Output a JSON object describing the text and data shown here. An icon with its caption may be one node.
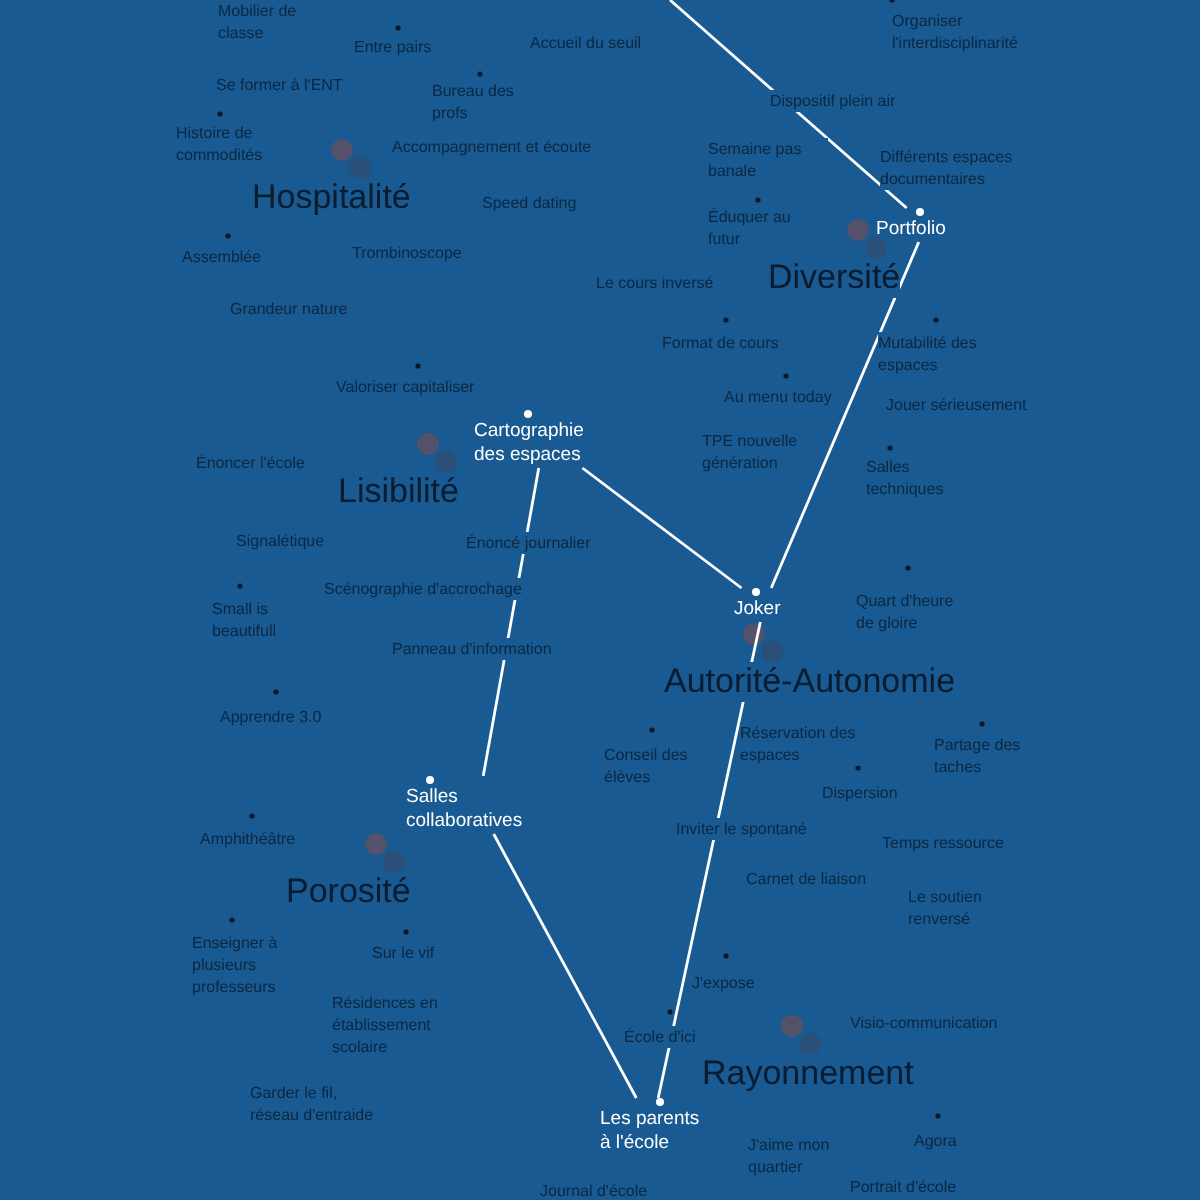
{
  "diagram": {
    "nodes": [
      {
        "text": [
          "Portfolio"
        ]
      },
      {
        "text": [
          "Cartographie des espaces"
        ]
      },
      {
        "text": [
          "Joker"
        ]
      },
      {
        "text": [
          "Salles collaboratives"
        ]
      },
      {
        "text": [
          "Les parents à l'école"
        ]
      }
    ],
    "edges": [
      {
        "from": null,
        "to": 0,
        "arrow": "none"
      },
      {
        "from": 0,
        "to": 2,
        "arrow": "none"
      },
      {
        "from": 1,
        "to": 2,
        "arrow": "none"
      },
      {
        "from": 1,
        "to": 3,
        "arrow": "none"
      },
      {
        "from": 3,
        "to": 4,
        "arrow": "none"
      },
      {
        "from": 2,
        "to": 4,
        "arrow": "none"
      }
    ],
    "labels": [
      "Mobilier de classe",
      "Organiser l'interdisciplinarité",
      "Entre pairs",
      "Accueil du seuil",
      "Se former à l'ENT",
      "Bureau des profs",
      "Dispositif plein air",
      "Histoire de commodités",
      "Accompagnement et écoute",
      "Semaine pas banale",
      "Différents espaces documentaires",
      "Hospitalité",
      "Speed dating",
      "Éduquer au futur",
      "Assemblée",
      "Trombinoscope",
      "Diversité",
      "Le cours inversé",
      "Grandeur nature",
      "Format de cours",
      "Mutabilité des espaces",
      "Valoriser capitaliser",
      "Au menu today",
      "Jouer sérieusement",
      "Énoncer l'école",
      "Lisibilité",
      "TPE nouvelle génération",
      "Salles techniques",
      "Signalétique",
      "Énoncé journalier",
      "Scénographie d'accrochage",
      "Small is beautifull",
      "Quart d'heure de gloire",
      "Panneau d'information",
      "Autorité-Autonomie",
      "Apprendre 3.0",
      "Réservation des espaces",
      "Conseil des élèves",
      "Partage des taches",
      "Dispersion",
      "Amphithéâtre",
      "Inviter le spontané",
      "Temps ressource",
      "Carnet de liaison",
      "Porosité",
      "Le soutien renversé",
      "Enseigner à plusieurs professeurs",
      "Sur le vif",
      "J'expose",
      "Résidences en établissement scolaire",
      "Visio-communication",
      "École d'ici",
      "Rayonnement",
      "Garder le fil, réseau d'entraide",
      "J'aime mon quartier",
      "Agora",
      "Journal d'école",
      "Portrait d'école"
    ]
  }
}
